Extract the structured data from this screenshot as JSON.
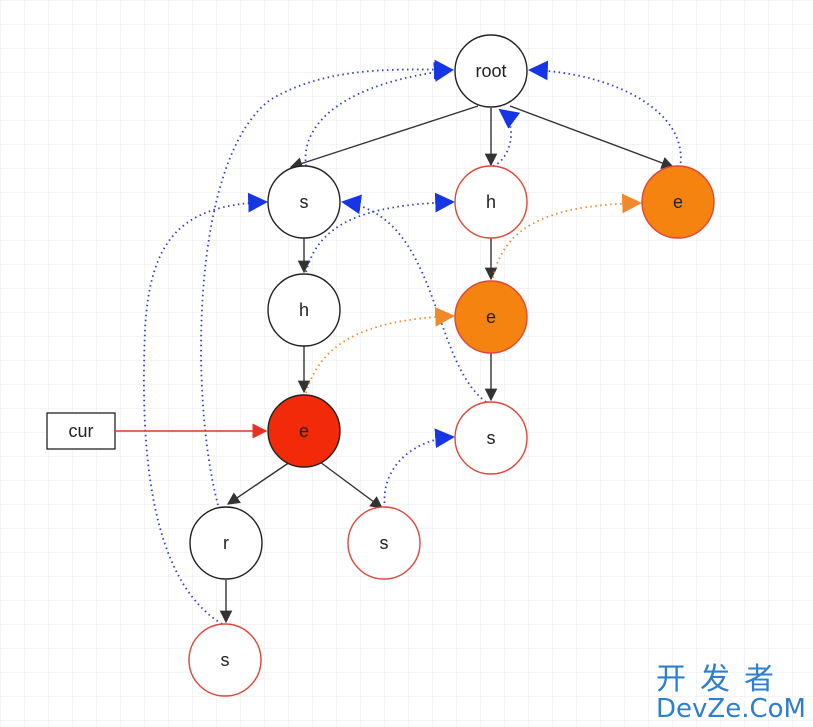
{
  "diagram": {
    "nodes": {
      "root": {
        "label": "root",
        "style": "normal"
      },
      "s1": {
        "label": "s",
        "style": "normal"
      },
      "h1": {
        "label": "h",
        "style": "red-outline"
      },
      "e1": {
        "label": "e",
        "style": "orange"
      },
      "h2": {
        "label": "h",
        "style": "normal"
      },
      "e2": {
        "label": "e",
        "style": "orange"
      },
      "e3": {
        "label": "e",
        "style": "red"
      },
      "s2": {
        "label": "s",
        "style": "red-outline"
      },
      "r": {
        "label": "r",
        "style": "normal"
      },
      "s3": {
        "label": "s",
        "style": "red-outline"
      },
      "s4": {
        "label": "s",
        "style": "red-outline"
      }
    },
    "cur_label": "cur",
    "edges": {
      "tree": [
        [
          "root",
          "s1"
        ],
        [
          "root",
          "h1"
        ],
        [
          "root",
          "e1"
        ],
        [
          "s1",
          "h2"
        ],
        [
          "h2",
          "e3"
        ],
        [
          "h1",
          "e2"
        ],
        [
          "e2",
          "s2"
        ],
        [
          "e3",
          "r"
        ],
        [
          "e3",
          "s3"
        ],
        [
          "r",
          "s4"
        ]
      ],
      "fail_links": [
        [
          "s1",
          "root"
        ],
        [
          "h1",
          "root"
        ],
        [
          "e1",
          "root"
        ],
        [
          "h2",
          "h1"
        ],
        [
          "s2",
          "s1"
        ],
        [
          "r",
          "root"
        ],
        [
          "s4",
          "s1"
        ],
        [
          "s3",
          "s2"
        ]
      ],
      "output_links": [
        [
          "e2",
          "e1"
        ],
        [
          "e3",
          "e2"
        ]
      ],
      "pointer": [
        [
          "cur",
          "e3"
        ]
      ]
    },
    "colors": {
      "tree_edge": "#333333",
      "fail_link": "#2f3fbf",
      "output_link": "#ef8a2a",
      "pointer": "#e53324",
      "orange_fill": "#f5830f",
      "red_fill": "#f22a0a",
      "red_outline": "#e0463a"
    }
  },
  "watermark": {
    "cn": "开发者",
    "en": "DevZe.CoM"
  }
}
